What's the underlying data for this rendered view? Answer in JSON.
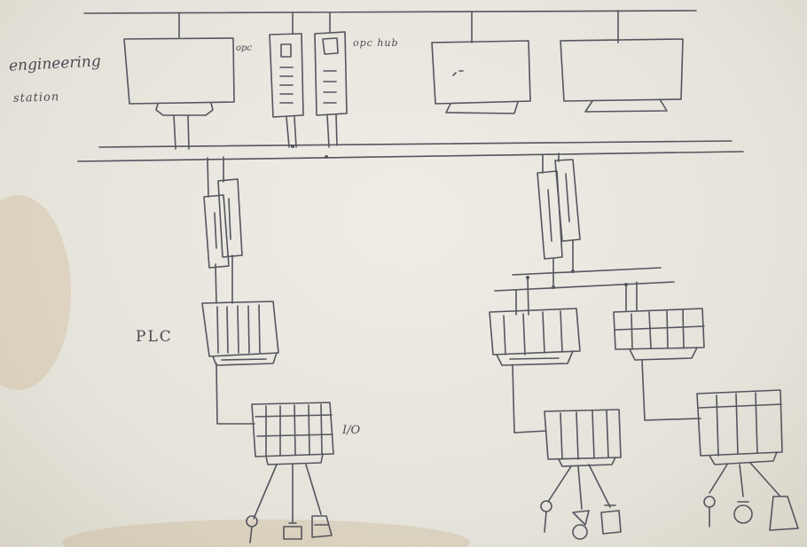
{
  "labels": {
    "engineering_line1": "engineering",
    "engineering_line2": "station",
    "opc_left": "opc",
    "opc_right": "opc hub",
    "plc": "PLC",
    "io": "I/O"
  },
  "colors": {
    "paper": "#e9e7df",
    "ink": "#55555f",
    "stain": "#c9b38f"
  }
}
